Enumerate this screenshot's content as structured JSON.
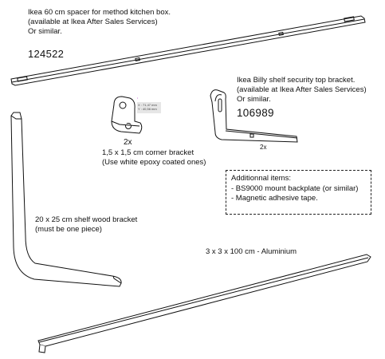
{
  "spacer": {
    "line1": "Ikea 60 cm spacer for method kitchen box.",
    "line2": "(available at Ikea After Sales Services)",
    "line3": "Or similar.",
    "code": "124522"
  },
  "security_bracket": {
    "line1": "Ikea Billy shelf security top bracket.",
    "line2": "(available at Ikea After Sales Services)",
    "line3": "Or similar.",
    "code": "106989",
    "qty": "2x"
  },
  "corner_bracket": {
    "qty": "2x",
    "line1": "1,5 x 1,5 cm corner bracket",
    "line2": "(Use white epoxy coated ones)",
    "tag_line1": "X : 71,47 mm",
    "tag_line2": "Y : 40,56 mm"
  },
  "additional": {
    "title": "Additionnal items:",
    "items": [
      "- BS9000 mount backplate (or similar)",
      "- Magnetic adhesive tape."
    ]
  },
  "wood_bracket": {
    "line1": "20 x 25 cm shelf wood bracket",
    "line2": "(must be one piece)"
  },
  "aluminium": {
    "label": "3 x 3 x 100 cm - Aluminium"
  }
}
